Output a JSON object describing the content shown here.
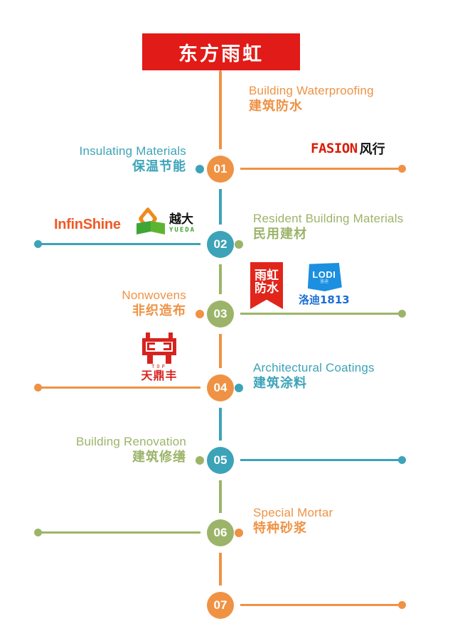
{
  "banner": {
    "title": "东方雨虹"
  },
  "colors": {
    "orange": "#ef9244",
    "teal": "#3ca3b8",
    "green": "#92b濃",
    "green_real": "#9cb469",
    "banner_red": "#e11b17",
    "white": "#ffffff"
  },
  "nodes": [
    {
      "num": "01",
      "color": "orange",
      "side": "right",
      "en": "Insulating Materials",
      "cn": "保温节能",
      "label_side": "left",
      "label_color": "#3ca3b8"
    },
    {
      "num": "02",
      "color": "teal",
      "side": "left",
      "en": "Resident Building Materials",
      "cn": "民用建材",
      "label_side": "right",
      "label_color": "#9cb469"
    },
    {
      "num": "03",
      "color": "green",
      "side": "right",
      "en": "Nonwovens",
      "cn": "非织造布",
      "label_side": "left",
      "label_color": "#ef9244"
    },
    {
      "num": "04",
      "color": "orange",
      "side": "left",
      "en": "Architectural Coatings",
      "cn": "建筑涂料",
      "label_side": "right",
      "label_color": "#3ca3b8"
    },
    {
      "num": "05",
      "color": "teal",
      "side": "right",
      "en": "Building Renovation",
      "cn": "建筑修缮",
      "label_side": "left",
      "label_color": "#9cb469"
    },
    {
      "num": "06",
      "color": "green",
      "side": "left",
      "en": "Special Mortar",
      "cn": "特种砂浆",
      "label_side": "right",
      "label_color": "#ef9244"
    },
    {
      "num": "07",
      "color": "orange",
      "side": "right",
      "en": "",
      "cn": "",
      "label_side": "none",
      "label_color": "#ef9244"
    }
  ],
  "top_label": {
    "en": "Building Waterproofing",
    "cn": "建筑防水",
    "color": "#ef9244"
  },
  "logos": {
    "fasion": {
      "latin": "FASION",
      "cn": "风行"
    },
    "infinshine": {
      "text": "InfinShine"
    },
    "yueda": {
      "cn": "越大",
      "pinyin": "YUEDA"
    },
    "yuhong": {
      "line1": "雨虹",
      "line2": "防水"
    },
    "lodi": {
      "mark": "LODI",
      "mark_sub": "洛迪",
      "text": "洛迪1813"
    },
    "tiandingfeng": {
      "top": "TOP",
      "cn": "天鼎丰"
    }
  }
}
